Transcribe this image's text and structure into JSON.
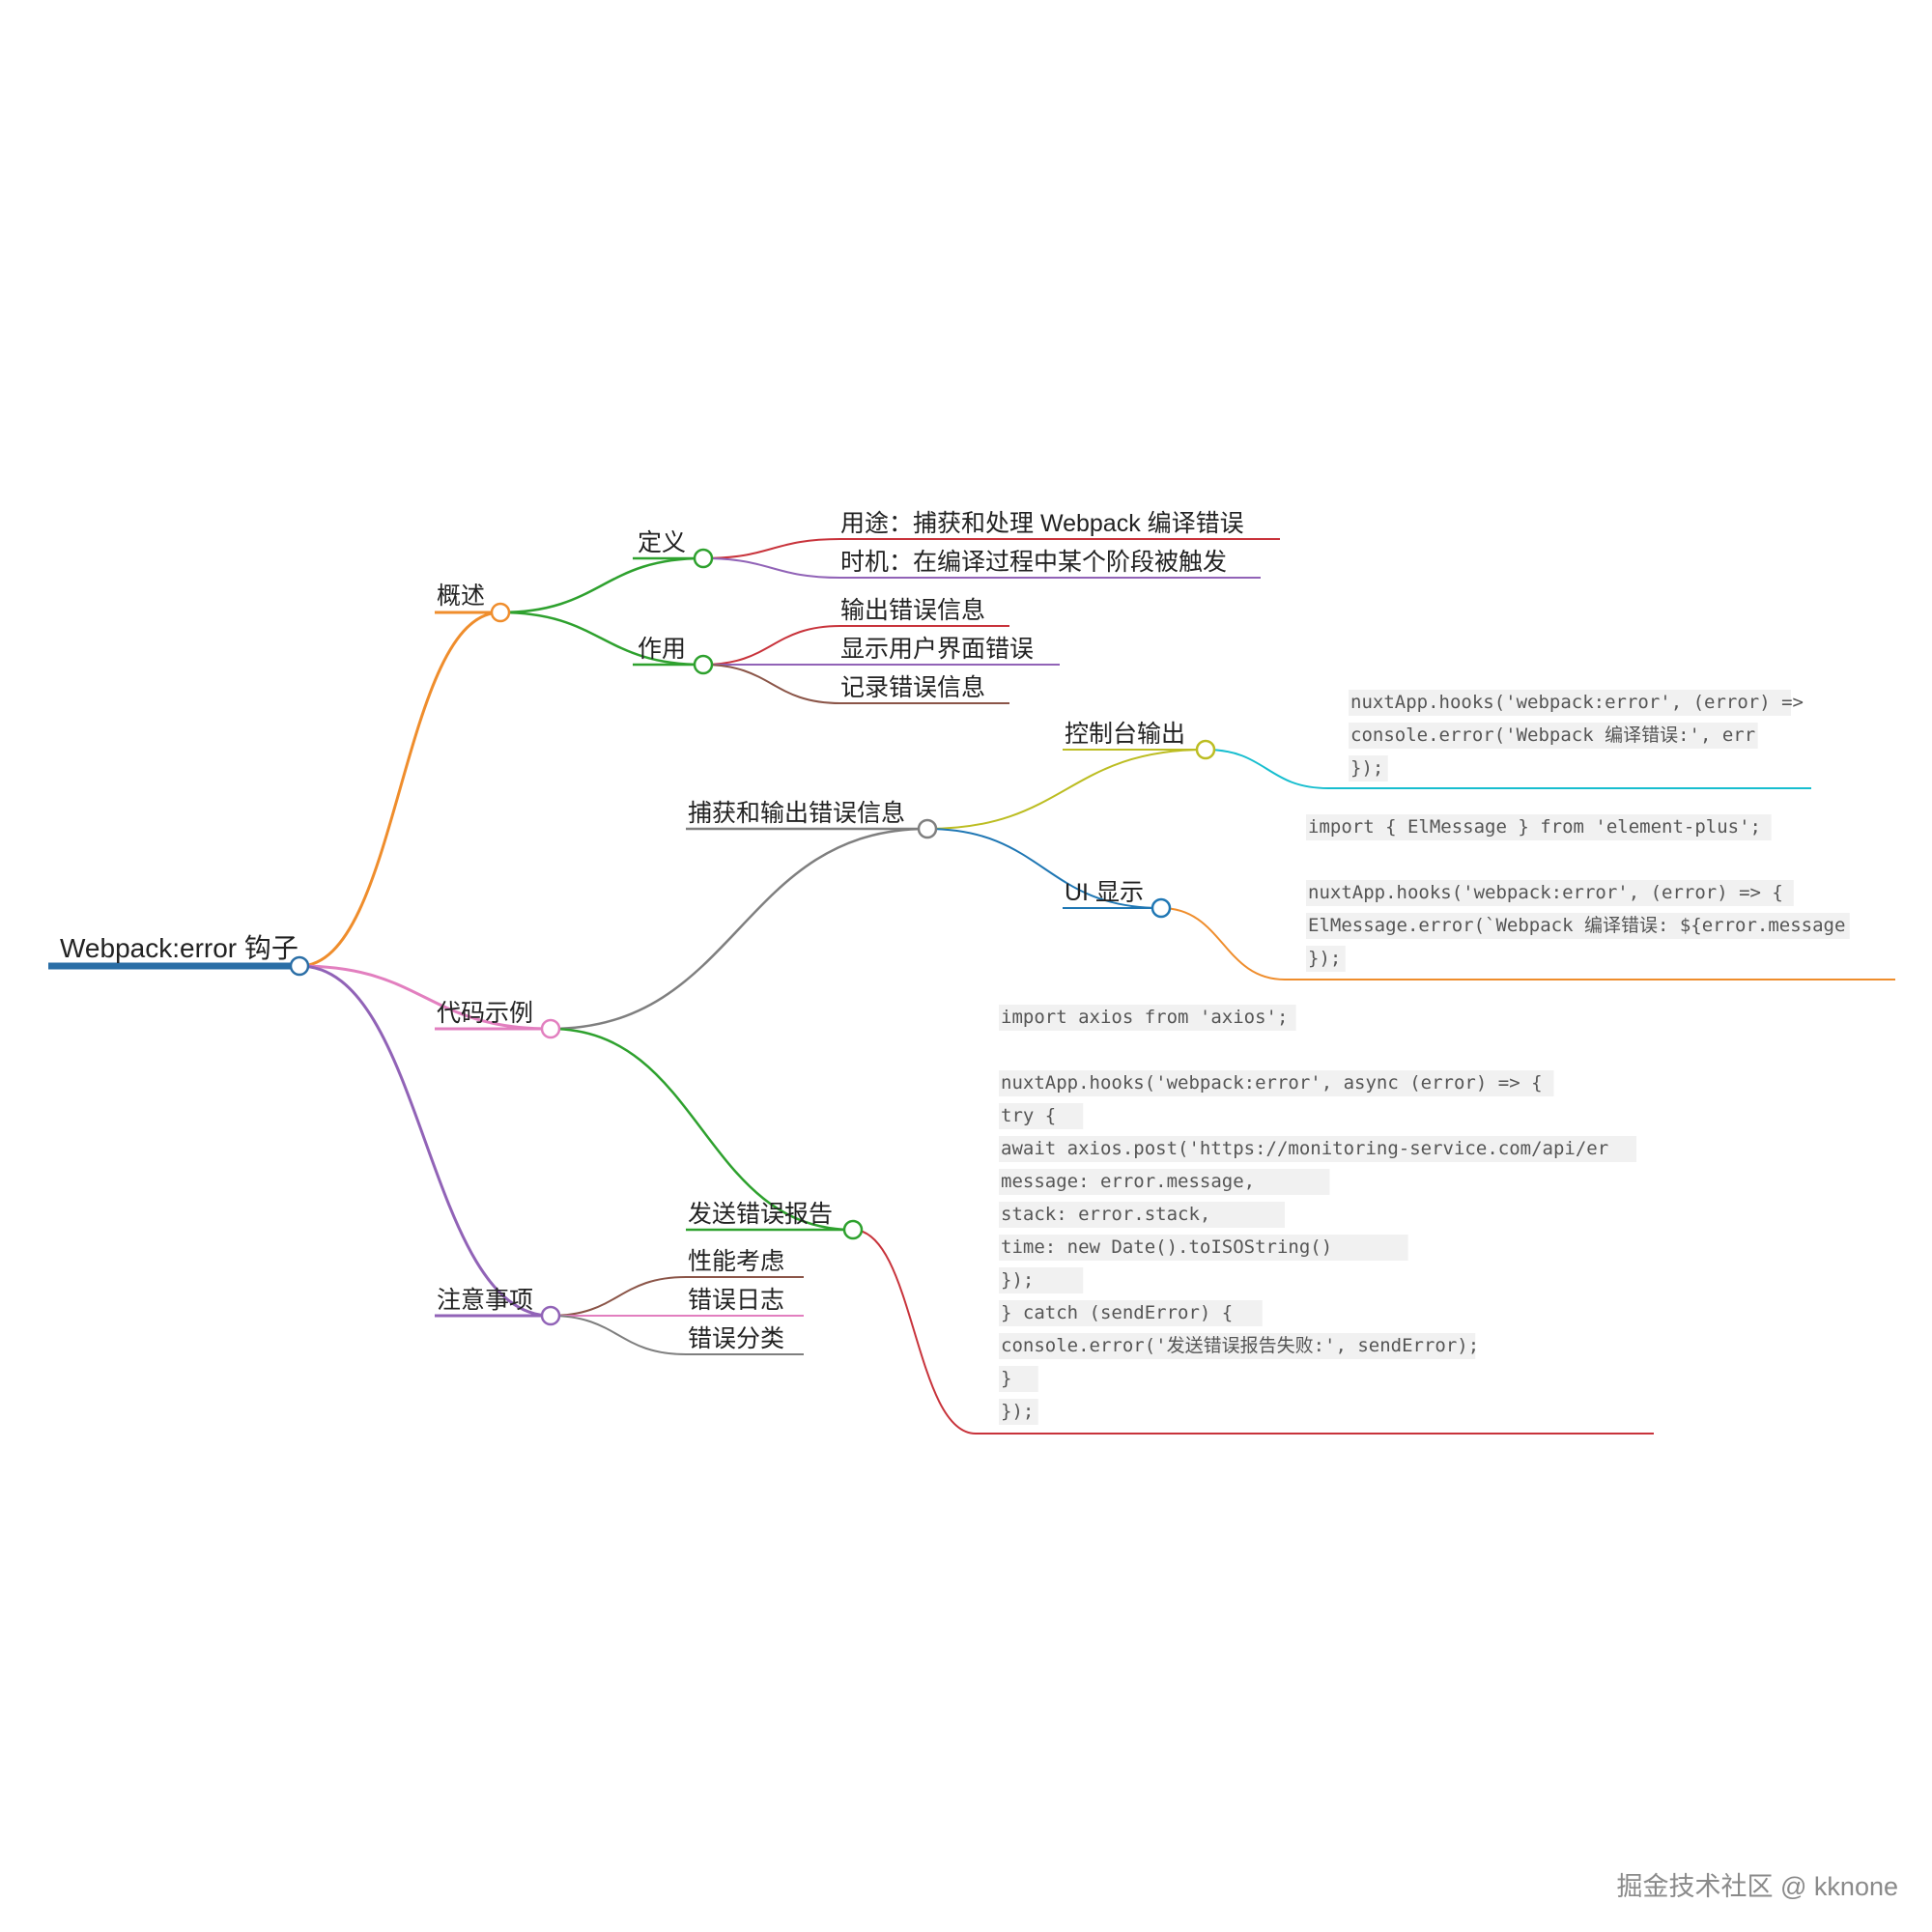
{
  "root": {
    "label": "Webpack:error 钩子",
    "color": "#2a6ea6"
  },
  "branches": [
    {
      "label": "概述",
      "color": "#ef8d2c",
      "children": [
        {
          "label": "定义",
          "color": "#2ea12e",
          "children": [
            {
              "label": "用途：捕获和处理 Webpack 编译错误",
              "color": "#c8333b"
            },
            {
              "label": "时机：在编译过程中某个阶段被触发",
              "color": "#9163b7"
            }
          ]
        },
        {
          "label": "作用",
          "color": "#2ea12e",
          "children": [
            {
              "label": "输出错误信息",
              "color": "#c8333b"
            },
            {
              "label": "显示用户界面错误",
              "color": "#9163b7"
            },
            {
              "label": "记录错误信息",
              "color": "#8b5548"
            }
          ]
        }
      ]
    },
    {
      "label": "代码示例",
      "color": "#e27fbf",
      "children": [
        {
          "label": "捕获和输出错误信息",
          "color": "#7f7f7f",
          "children": [
            {
              "label": "控制台输出",
              "color": "#bcbd22",
              "code": {
                "color": "#17becf",
                "lines": [
                  "nuxtApp.hooks('webpack:error', (error) =>",
                  "  console.error('Webpack 编译错误:', err",
                  "});"
                ]
              }
            },
            {
              "label": "UI 显示",
              "color": "#1f77b4",
              "code": {
                "color": "#ef8d2c",
                "lines": [
                  "import { ElMessage } from 'element-plus';",
                  "",
                  "nuxtApp.hooks('webpack:error', (error) => {",
                  "  ElMessage.error(`Webpack 编译错误: ${error.message",
                  "});"
                ]
              }
            }
          ]
        },
        {
          "label": "发送错误报告",
          "color": "#2ea12e",
          "code": {
            "color": "#c8333b",
            "lines": [
              "import axios from 'axios';",
              "",
              "nuxtApp.hooks('webpack:error', async (error) => {",
              "  try {",
              "    await axios.post('https://monitoring-service.com/api/er",
              "      message: error.message,",
              "      stack: error.stack,",
              "      time: new Date().toISOString()",
              "    });",
              "  } catch (sendError) {",
              "    console.error('发送错误报告失败:', sendError);",
              "  }",
              "});"
            ]
          }
        }
      ]
    },
    {
      "label": "注意事项",
      "color": "#9163b7",
      "children": [
        {
          "label": "性能考虑",
          "color": "#8b5548"
        },
        {
          "label": "错误日志",
          "color": "#e27fbf"
        },
        {
          "label": "错误分类",
          "color": "#7f7f7f"
        }
      ]
    }
  ],
  "watermark": "掘金技术社区 @ kknone"
}
